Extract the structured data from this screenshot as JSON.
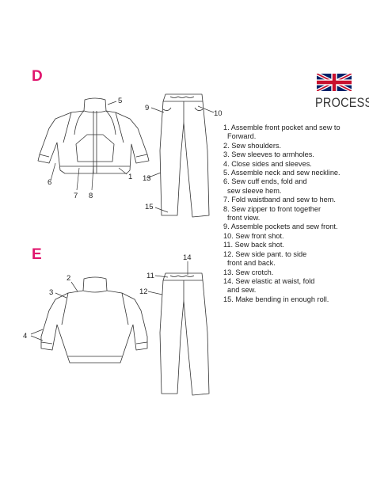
{
  "sections": {
    "d_label": "D",
    "e_label": "E"
  },
  "header": {
    "process_label": "PROCESS",
    "flag_icon": "union-jack-flag-icon"
  },
  "callouts": {
    "d": [
      "5",
      "9",
      "10",
      "1",
      "6",
      "7",
      "8",
      "13",
      "15"
    ],
    "e": [
      "2",
      "3",
      "4",
      "14",
      "11",
      "12"
    ]
  },
  "steps": [
    {
      "line1": "1. Assemble front pocket and sew to",
      "line2": "Forward."
    },
    {
      "line1": "2. Sew shoulders.",
      "line2": ""
    },
    {
      "line1": "3. Sew sleeves to armholes.",
      "line2": ""
    },
    {
      "line1": "4. Close sides and sleeves.",
      "line2": ""
    },
    {
      "line1": "5. Assemble neck and sew neckline.",
      "line2": ""
    },
    {
      "line1": "6. Sew cuff ends, fold and",
      "line2": "sew sleeve hem."
    },
    {
      "line1": "7. Fold waistband and sew to hem.",
      "line2": ""
    },
    {
      "line1": "8. Sew zipper to front together",
      "line2": "front view."
    },
    {
      "line1": "9. Assemble pockets and sew front.",
      "line2": ""
    },
    {
      "line1": "10. Sew front shot.",
      "line2": ""
    },
    {
      "line1": "11. Sew back shot.",
      "line2": ""
    },
    {
      "line1": "12. Sew side pant. to side",
      "line2": "front and back."
    },
    {
      "line1": "13. Sew crotch.",
      "line2": ""
    },
    {
      "line1": "14. Sew elastic at waist, fold",
      "line2": "and sew."
    },
    {
      "line1": "15. Make bending in enough roll.",
      "line2": ""
    }
  ],
  "colors": {
    "section_letter": "#e0156e",
    "flag_blue": "#012169",
    "flag_red": "#c8102e"
  }
}
